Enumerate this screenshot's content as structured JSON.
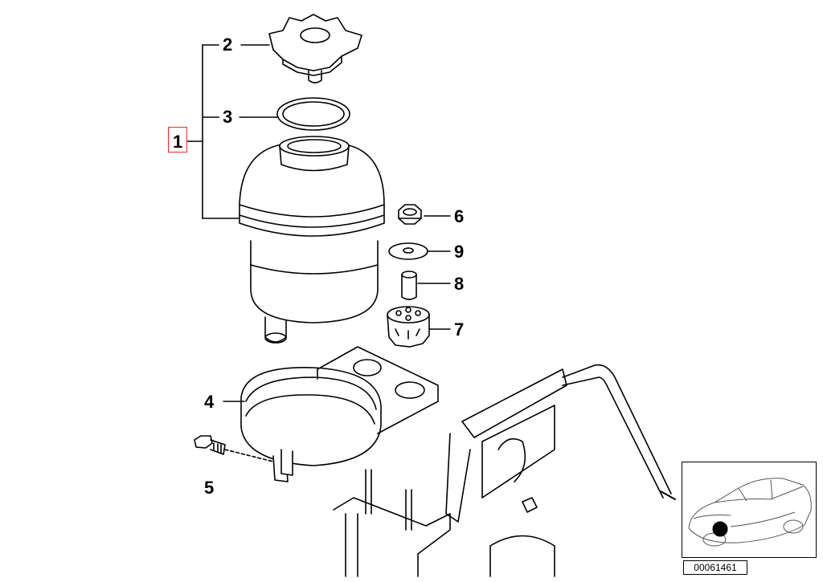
{
  "diagram": {
    "callouts": [
      {
        "id": "1",
        "label": "1"
      },
      {
        "id": "2",
        "label": "2"
      },
      {
        "id": "3",
        "label": "3"
      },
      {
        "id": "4",
        "label": "4"
      },
      {
        "id": "5",
        "label": "5"
      },
      {
        "id": "6",
        "label": "6"
      },
      {
        "id": "7",
        "label": "7"
      },
      {
        "id": "8",
        "label": "8"
      },
      {
        "id": "9",
        "label": "9"
      }
    ],
    "selected_callout": "1",
    "selection_color": "#e03030",
    "reference_number": "00061461",
    "inset_marker_color": "#000000"
  }
}
